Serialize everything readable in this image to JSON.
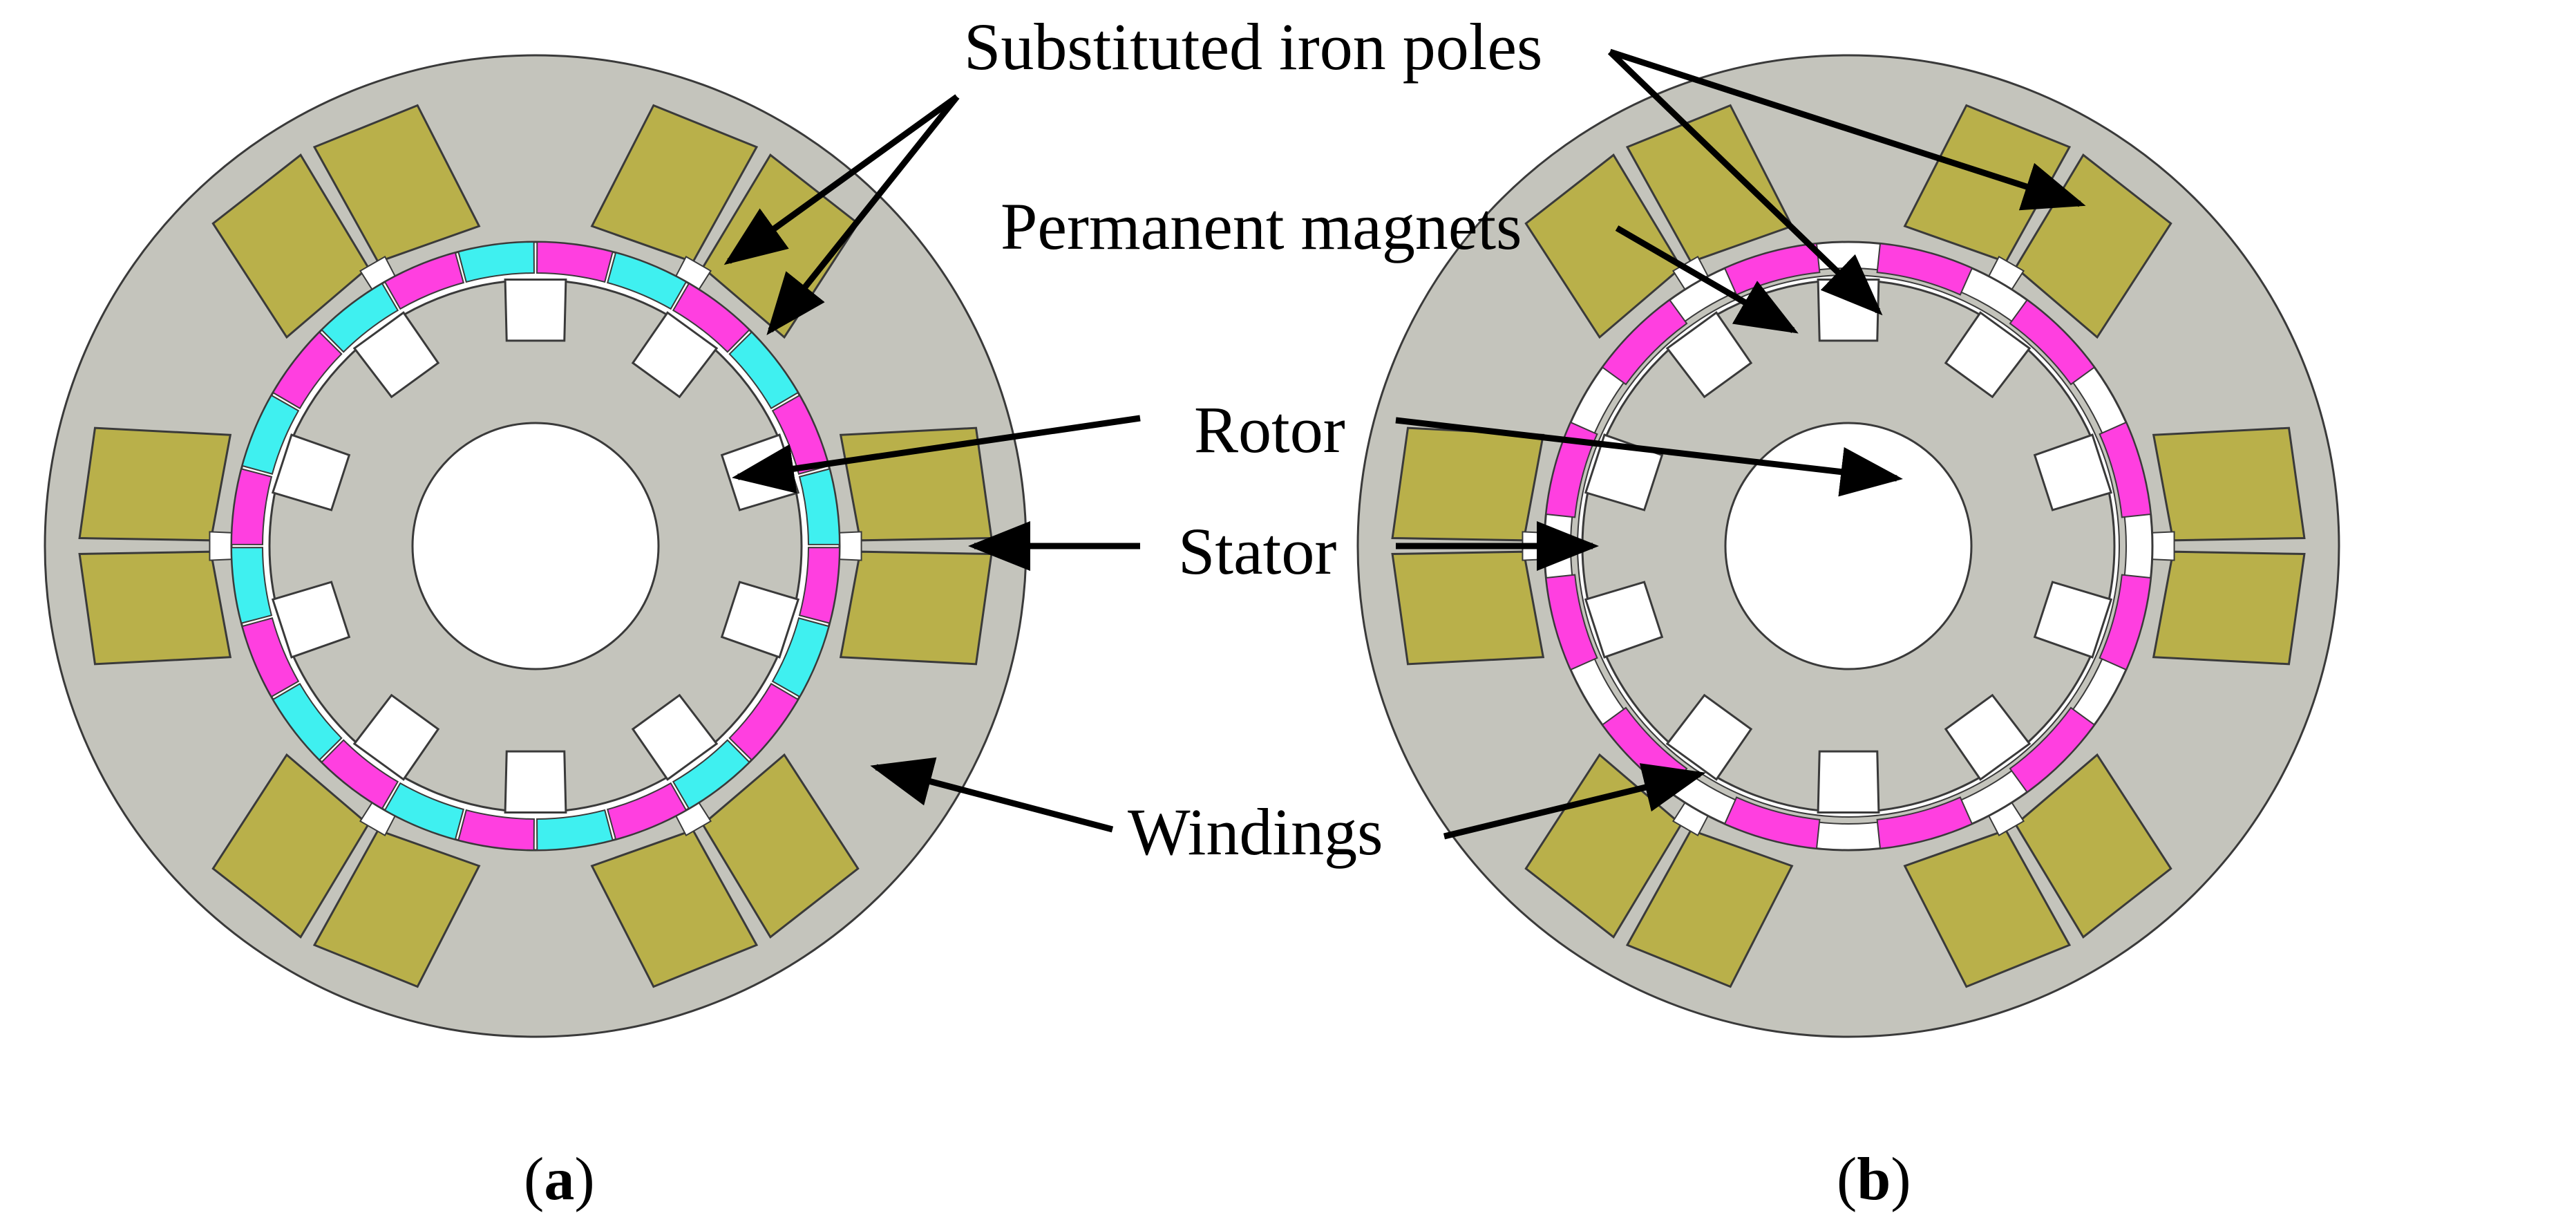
{
  "labels": {
    "substituted_iron_poles": "Substituted iron poles",
    "permanent_magnets": "Permanent magnets",
    "rotor": "Rotor",
    "stator": "Stator",
    "windings": "Windings"
  },
  "panels": [
    {
      "open": "(",
      "letter": "a",
      "close": ")"
    },
    {
      "open": "(",
      "letter": "b",
      "close": ")"
    }
  ],
  "colors": {
    "stator_iron": "#c4c4bc",
    "winding": "#b9b04a",
    "magnet_a": "#ff3fe0",
    "magnet_b": "#3ff0f0",
    "outline": "#3a3a3a",
    "hole": "#ffffff",
    "text": "#000000"
  },
  "machines": [
    {
      "id": "a",
      "rotor_teeth": 10,
      "stator_poles": 6,
      "magnet_count": 24,
      "magnet_style": "full-ring"
    },
    {
      "id": "b",
      "rotor_teeth": 10,
      "stator_poles": 6,
      "magnet_count": 12,
      "magnet_style": "alternating-with-iron-poles"
    }
  ]
}
